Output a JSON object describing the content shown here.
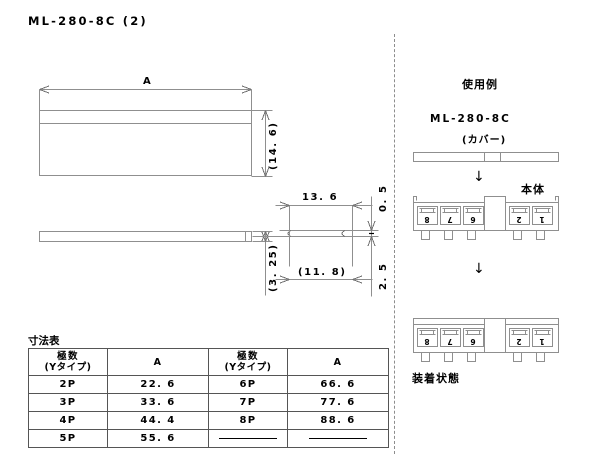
{
  "title": "ML-280-8C (2)",
  "dimensions": {
    "width_label": "A",
    "height_label": "(14. 6)",
    "detail_top": "13. 6",
    "detail_inner": "(11. 8)",
    "right_small": "0. 5",
    "right_mid": "2. 5",
    "left_lower": "(3. 25)"
  },
  "table": {
    "caption": "寸法表",
    "headers": {
      "poles_line1": "極数",
      "poles_line2": "(Yタイプ)",
      "dim": "A"
    },
    "rows": [
      {
        "poles_left": "2P",
        "a_left": "22. 6",
        "poles_right": "6P",
        "a_right": "66. 6"
      },
      {
        "poles_left": "3P",
        "a_left": "33. 6",
        "poles_right": "7P",
        "a_right": "77. 6"
      },
      {
        "poles_left": "4P",
        "a_left": "44. 4",
        "poles_right": "8P",
        "a_right": "88. 6"
      },
      {
        "poles_left": "5P",
        "a_left": "55. 6",
        "poles_right": "",
        "a_right": ""
      }
    ]
  },
  "right_panel": {
    "usage_title": "使用例",
    "cover_name": "ML-280-8C",
    "cover_sub": "(カバー)",
    "body_label": "本体",
    "mounted_label": "装着状態",
    "arrow": "↓",
    "terminal_numbers_left": [
      "8",
      "7",
      "6"
    ],
    "terminal_numbers_right": [
      "2",
      "1"
    ]
  },
  "colors": {
    "line": "#8f8f8f",
    "text": "#000000",
    "divider": "#8d8d8d",
    "background": "#ffffff"
  }
}
